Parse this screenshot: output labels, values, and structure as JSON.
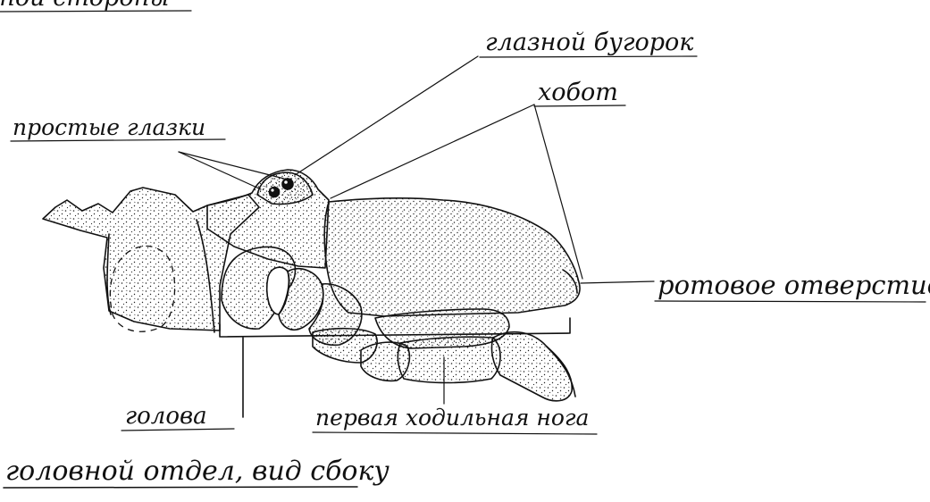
{
  "labels": {
    "top_left_fragment": "лной стороны",
    "eye_tubercle": "глазной бугорок",
    "proboscis": "хобот",
    "simple_eyes": "простые глазки",
    "mouth_opening": "ротовое отверстие",
    "head": "голова",
    "first_walking_leg": "первая ходильная нога",
    "caption": "головной отдел, вид сбоку"
  },
  "colors": {
    "ink": "#111111",
    "paper": "#ffffff"
  }
}
